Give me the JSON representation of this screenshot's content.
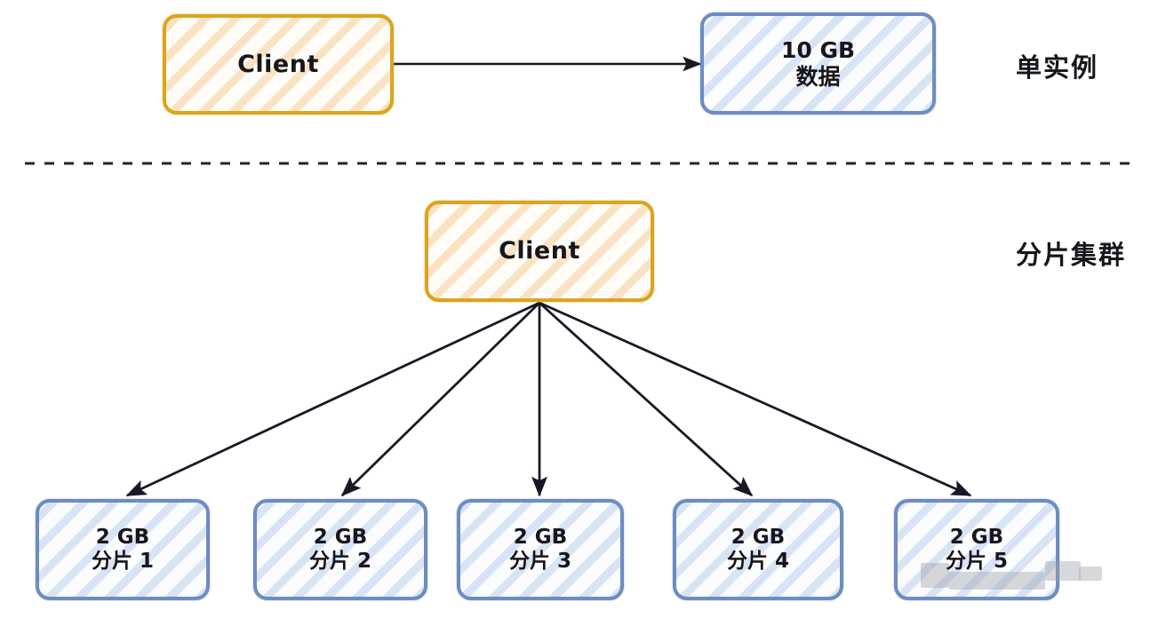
{
  "diagram": {
    "title": "MongoDB single instance vs sharded cluster",
    "colors": {
      "orange_border": "#d9a520",
      "orange_fill": "#fae3c5",
      "blue_border": "#6e8cc1",
      "blue_fill": "#d8e3f4",
      "arrow": "#1b1726",
      "divider": "#25222e"
    },
    "sections": [
      {
        "caption": "单实例",
        "nodes": [
          {
            "name": "client-top",
            "label": "Client",
            "style": "orange"
          },
          {
            "name": "data-store",
            "lines": [
              "10 GB",
              "数据"
            ],
            "style": "blue"
          }
        ]
      },
      {
        "caption": "分片集群",
        "nodes": [
          {
            "name": "client-bottom",
            "label": "Client",
            "style": "orange"
          }
        ],
        "shards": [
          {
            "size": "2 GB",
            "name": "分片 1"
          },
          {
            "size": "2 GB",
            "name": "分片 2"
          },
          {
            "size": "2 GB",
            "name": "分片 3"
          },
          {
            "size": "2 GB",
            "name": "分片 4"
          },
          {
            "size": "2 GB",
            "name": "分片 5"
          }
        ]
      }
    ],
    "arrows": {
      "top_count": 1,
      "fan_count": 5
    },
    "divider": {
      "style": "dashed"
    }
  }
}
